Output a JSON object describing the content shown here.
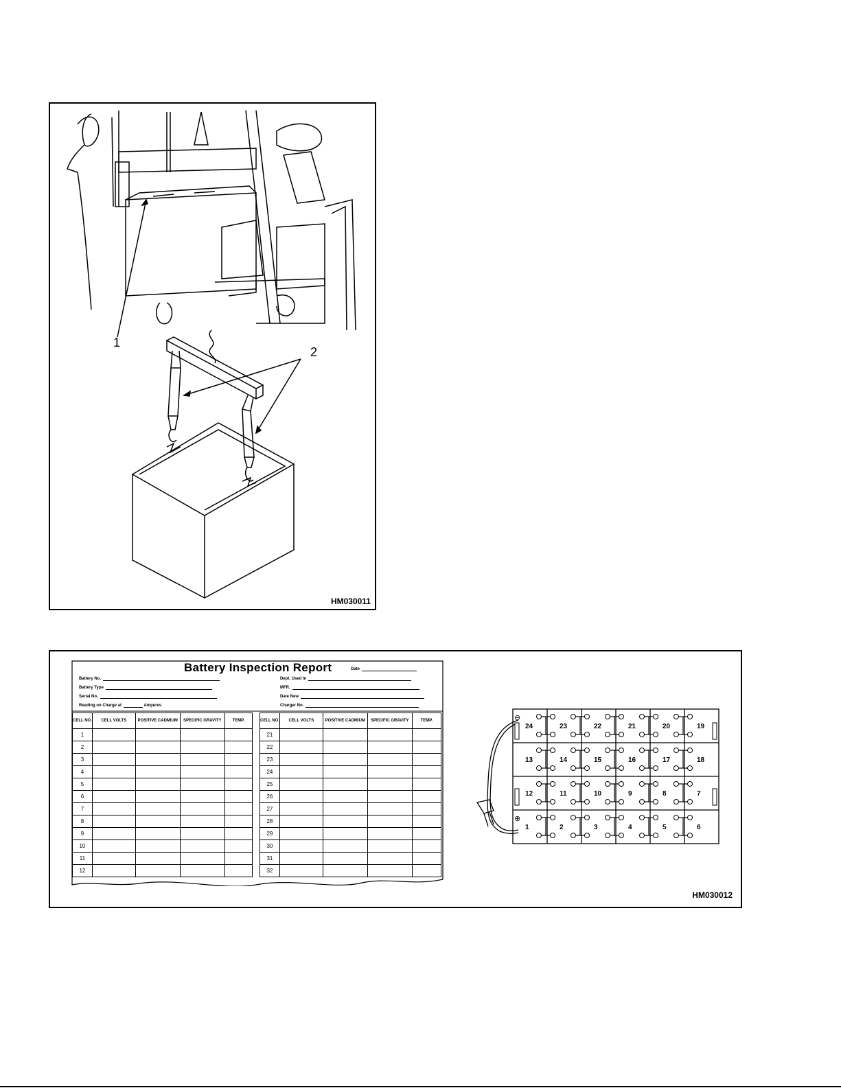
{
  "figure1": {
    "code": "HM030011",
    "callouts": [
      "1",
      "2"
    ]
  },
  "figure2": {
    "code": "HM030012",
    "report": {
      "title": "Battery Inspection Report",
      "fields_left": [
        "Battery No.",
        "Battery Type",
        "Serial No."
      ],
      "reading_label": "Reading on Charge at",
      "reading_unit": "Amperes",
      "date_label": "Date",
      "fields_right": [
        "Dept. Used In",
        "MFR.",
        "Date New",
        "Charger No."
      ],
      "headers": [
        "CELL NO.",
        "CELL VOLTS",
        "POSITIVE CADMIUM",
        "SPECIFIC GRAVITY",
        "TEMP."
      ],
      "left_cells": [
        "1",
        "2",
        "3",
        "4",
        "5",
        "6",
        "7",
        "8",
        "9",
        "10",
        "11",
        "12"
      ],
      "right_cells": [
        "21",
        "22",
        "23",
        "24",
        "25",
        "26",
        "27",
        "28",
        "29",
        "30",
        "31",
        "32"
      ]
    },
    "cell_layout": {
      "row1": [
        "24",
        "23",
        "22",
        "21",
        "20",
        "19"
      ],
      "row2": [
        "13",
        "14",
        "15",
        "16",
        "17",
        "18"
      ],
      "row3": [
        "12",
        "11",
        "10",
        "9",
        "8",
        "7"
      ],
      "row4": [
        "1",
        "2",
        "3",
        "4",
        "5",
        "6"
      ],
      "negative_symbol": "⊖",
      "positive_symbol": "⊕"
    }
  }
}
